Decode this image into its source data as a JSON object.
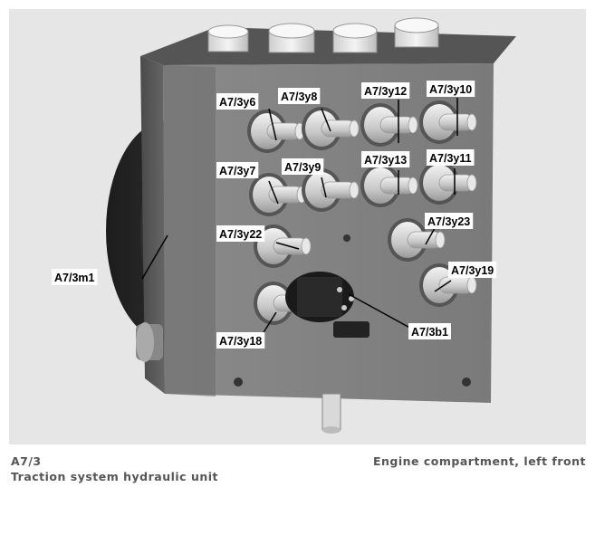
{
  "figure": {
    "labels": {
      "y6": "A7/3y6",
      "y8": "A7/3y8",
      "y12": "A7/3y12",
      "y10": "A7/3y10",
      "y7": "A7/3y7",
      "y9": "A7/3y9",
      "y13": "A7/3y13",
      "y11": "A7/3y11",
      "y22": "A7/3y22",
      "y23": "A7/3y23",
      "y19": "A7/3y19",
      "m1": "A7/3m1",
      "b1": "A7/3b1",
      "y18": "A7/3y18"
    }
  },
  "caption": {
    "code": "A7/3",
    "title": "Traction system hydraulic unit",
    "location": "Engine compartment, left front"
  }
}
